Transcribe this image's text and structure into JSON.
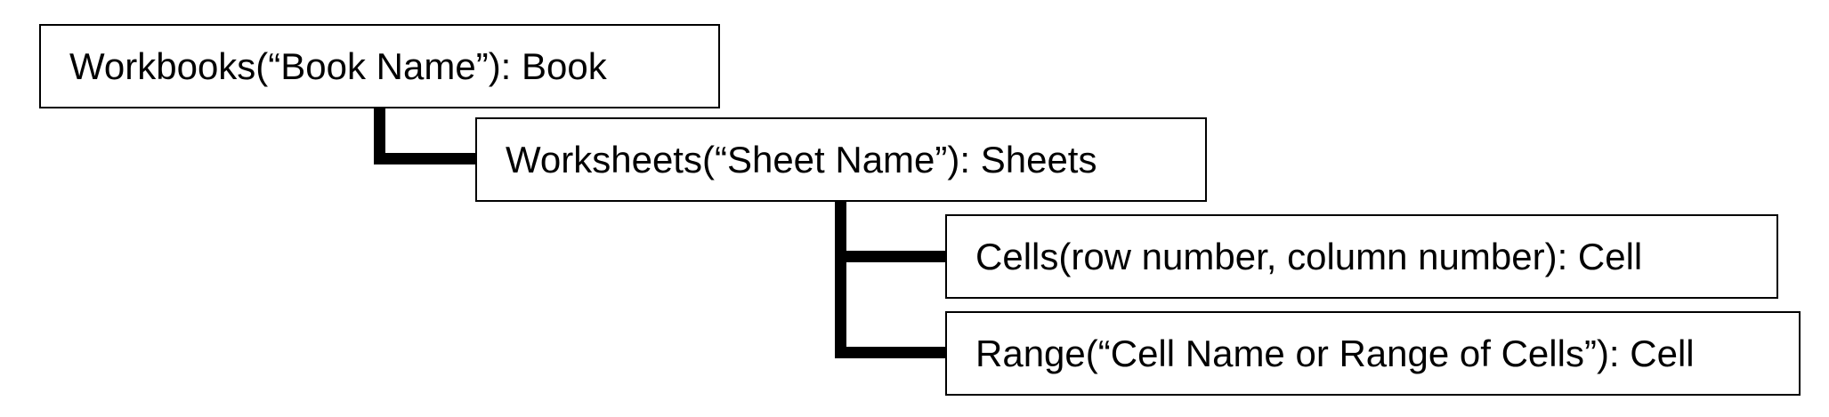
{
  "diagram": {
    "nodes": [
      {
        "id": "workbooks",
        "label": "Workbooks(“Book Name”): Book"
      },
      {
        "id": "worksheets",
        "label": "Worksheets(“Sheet Name”): Sheets"
      },
      {
        "id": "cells",
        "label": "Cells(row number, column number): Cell"
      },
      {
        "id": "range",
        "label": "Range(“Cell Name or Range of Cells”): Cell"
      }
    ],
    "edges": [
      {
        "from": "workbooks",
        "to": "worksheets"
      },
      {
        "from": "worksheets",
        "to": "cells"
      },
      {
        "from": "worksheets",
        "to": "range"
      }
    ],
    "colors": {
      "stroke": "#000000",
      "background": "#ffffff"
    }
  }
}
